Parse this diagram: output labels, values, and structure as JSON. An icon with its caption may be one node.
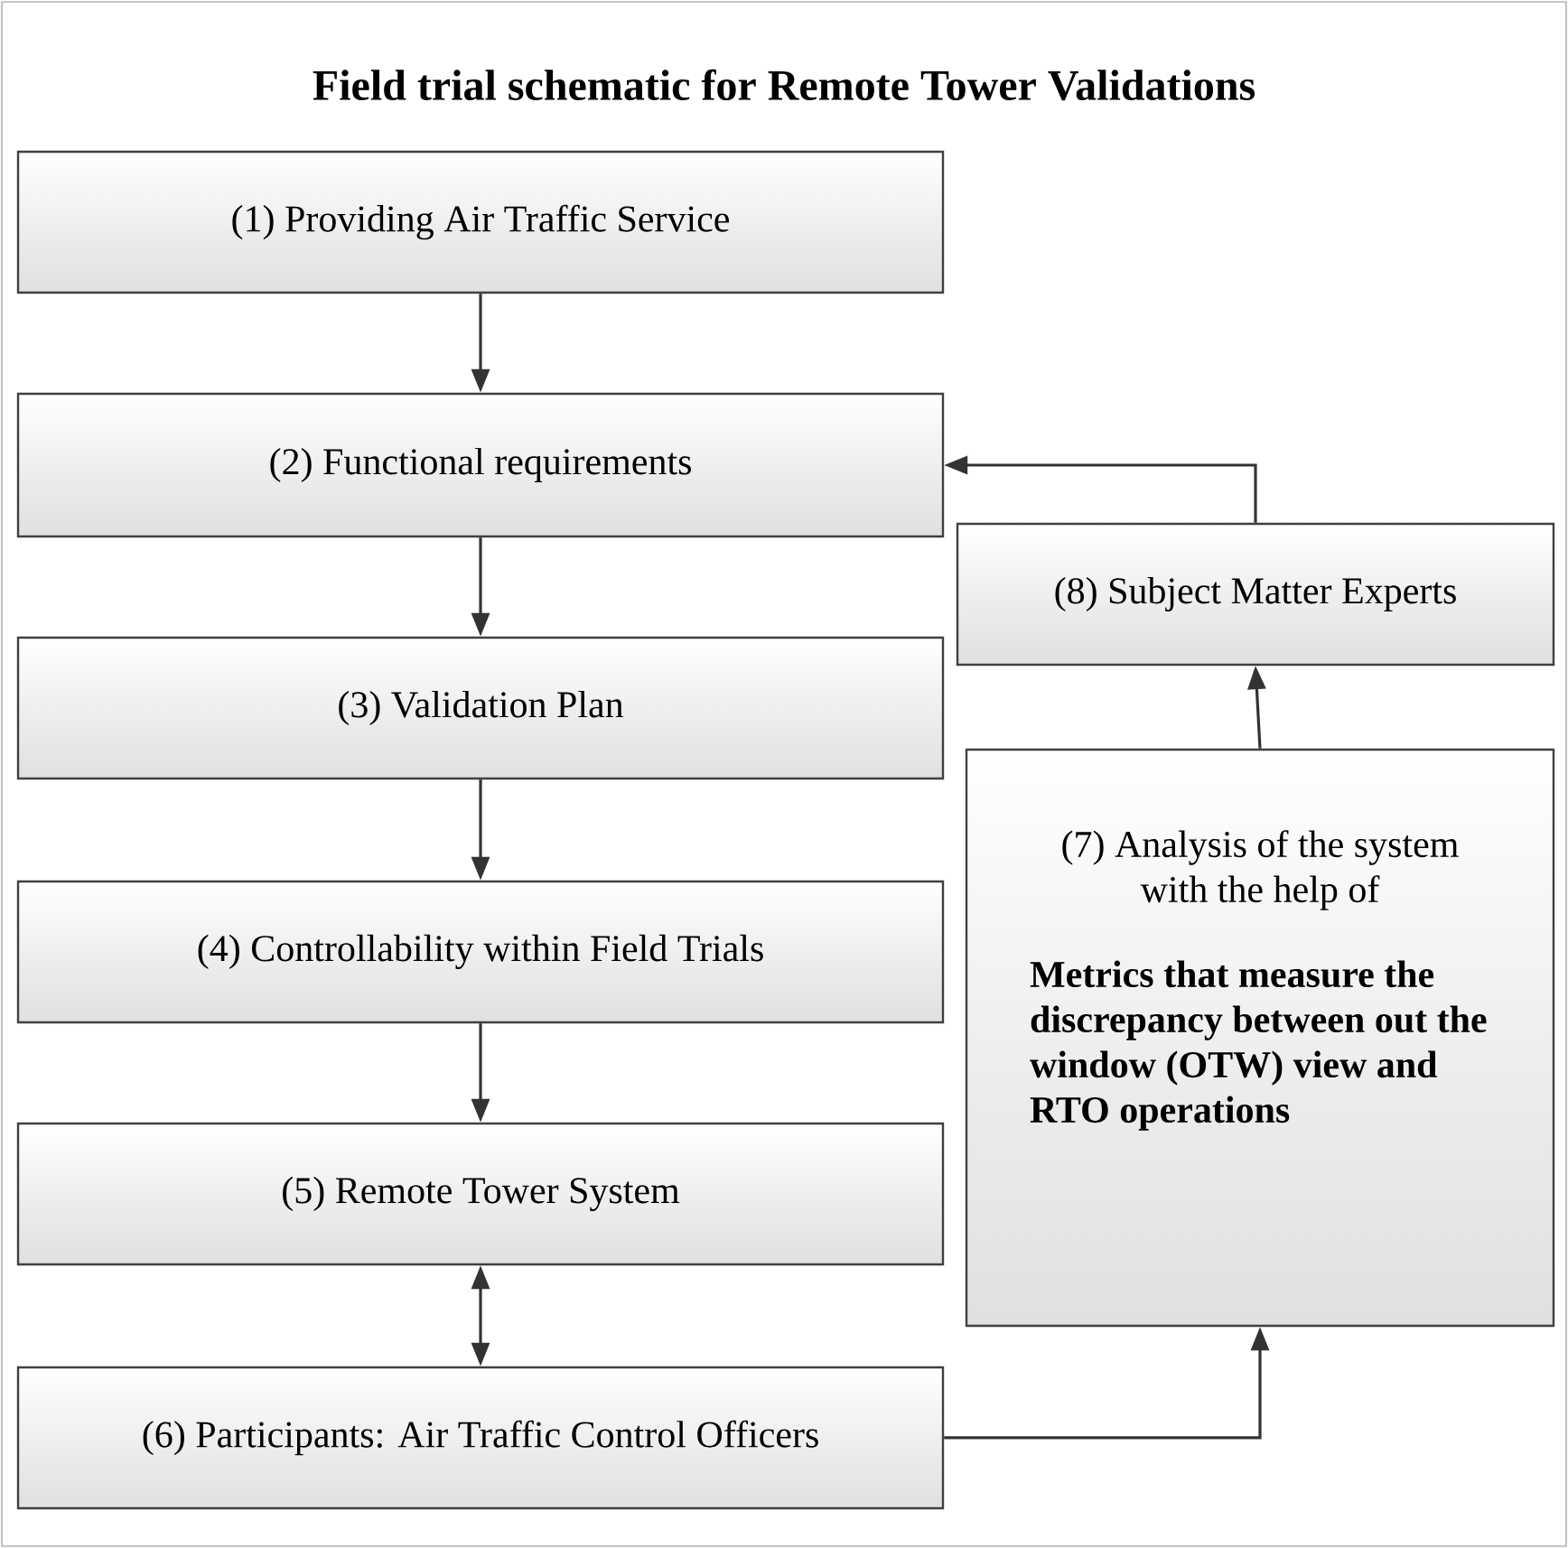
{
  "diagram": {
    "title": "Field trial schematic for Remote Tower Validations",
    "nodes": [
      {
        "text": [
          "(1) Providing Air Traffic Service"
        ]
      },
      {
        "text": [
          "(2) Functional requirements"
        ]
      },
      {
        "text": [
          "(3) Validation Plan"
        ]
      },
      {
        "text": [
          "(4) Controllability within Field Trials"
        ]
      },
      {
        "text": [
          "(5) Remote Tower System"
        ]
      },
      {
        "text": [
          "(6) Participants: Air Traffic Control Officers"
        ]
      },
      {
        "text": [
          "(7) Analysis of the system with the help of",
          "Metrics that measure the discrepancy between out the window (OTW) view and RTO operations"
        ]
      },
      {
        "text": [
          "(8) Subject Matter Experts"
        ]
      }
    ],
    "edges": [
      {
        "from": 0,
        "to": 1,
        "arrow": "to"
      },
      {
        "from": 1,
        "to": 2,
        "arrow": "to"
      },
      {
        "from": 2,
        "to": 3,
        "arrow": "to"
      },
      {
        "from": 3,
        "to": 4,
        "arrow": "to"
      },
      {
        "from": 4,
        "to": 5,
        "arrow": "both"
      },
      {
        "from": 5,
        "to": 6,
        "arrow": "to"
      },
      {
        "from": 6,
        "to": 7,
        "arrow": "to"
      },
      {
        "from": 7,
        "to": 1,
        "arrow": "to"
      }
    ]
  }
}
